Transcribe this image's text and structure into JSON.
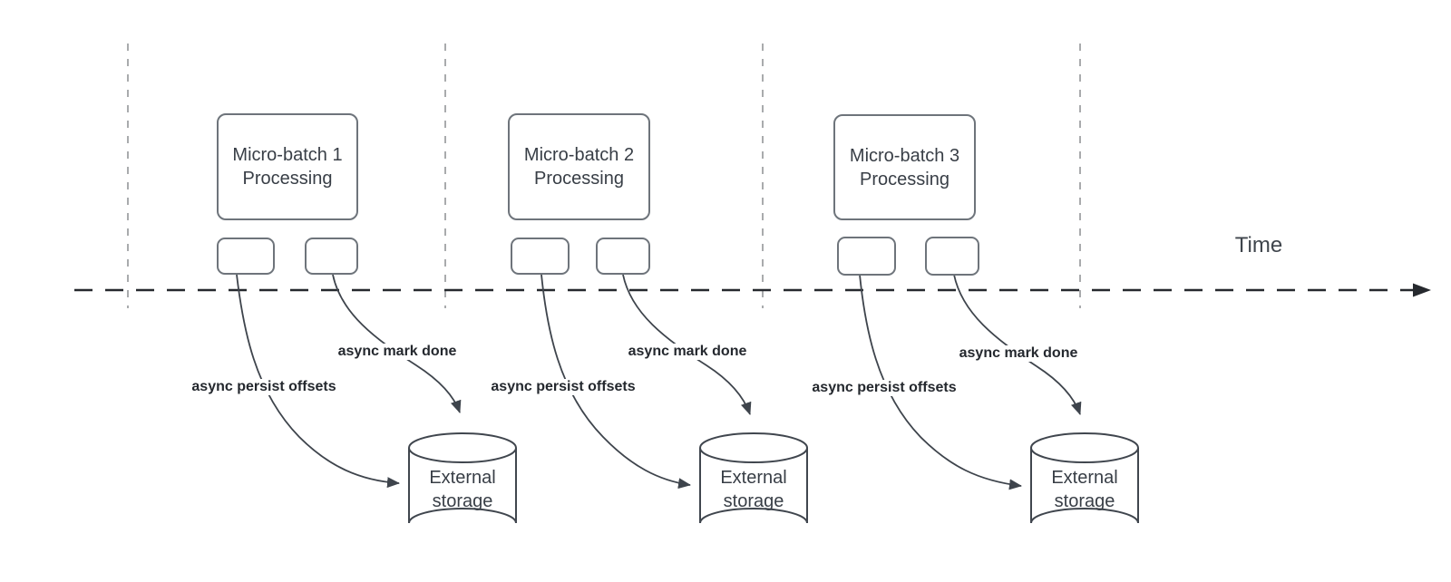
{
  "diagram": {
    "time_axis_label": "Time",
    "colors": {
      "background": "#ffffff",
      "guide_line": "#a9abad",
      "axis_line": "#26292e",
      "shape_border": "#6e747b",
      "connector": "#3e444c",
      "box_text": "#383e46",
      "label_text": "#24282e"
    },
    "groups": [
      {
        "process_label": "Micro-batch 1\nProcessing",
        "persist_label": "async persist offsets",
        "mark_done_label": "async mark done",
        "storage_label": "External\nstorage"
      },
      {
        "process_label": "Micro-batch 2\nProcessing",
        "persist_label": "async persist offsets",
        "mark_done_label": "async mark done",
        "storage_label": "External\nstorage"
      },
      {
        "process_label": "Micro-batch 3\nProcessing",
        "persist_label": "async persist offsets",
        "mark_done_label": "async mark done",
        "storage_label": "External\nstorage"
      }
    ]
  }
}
